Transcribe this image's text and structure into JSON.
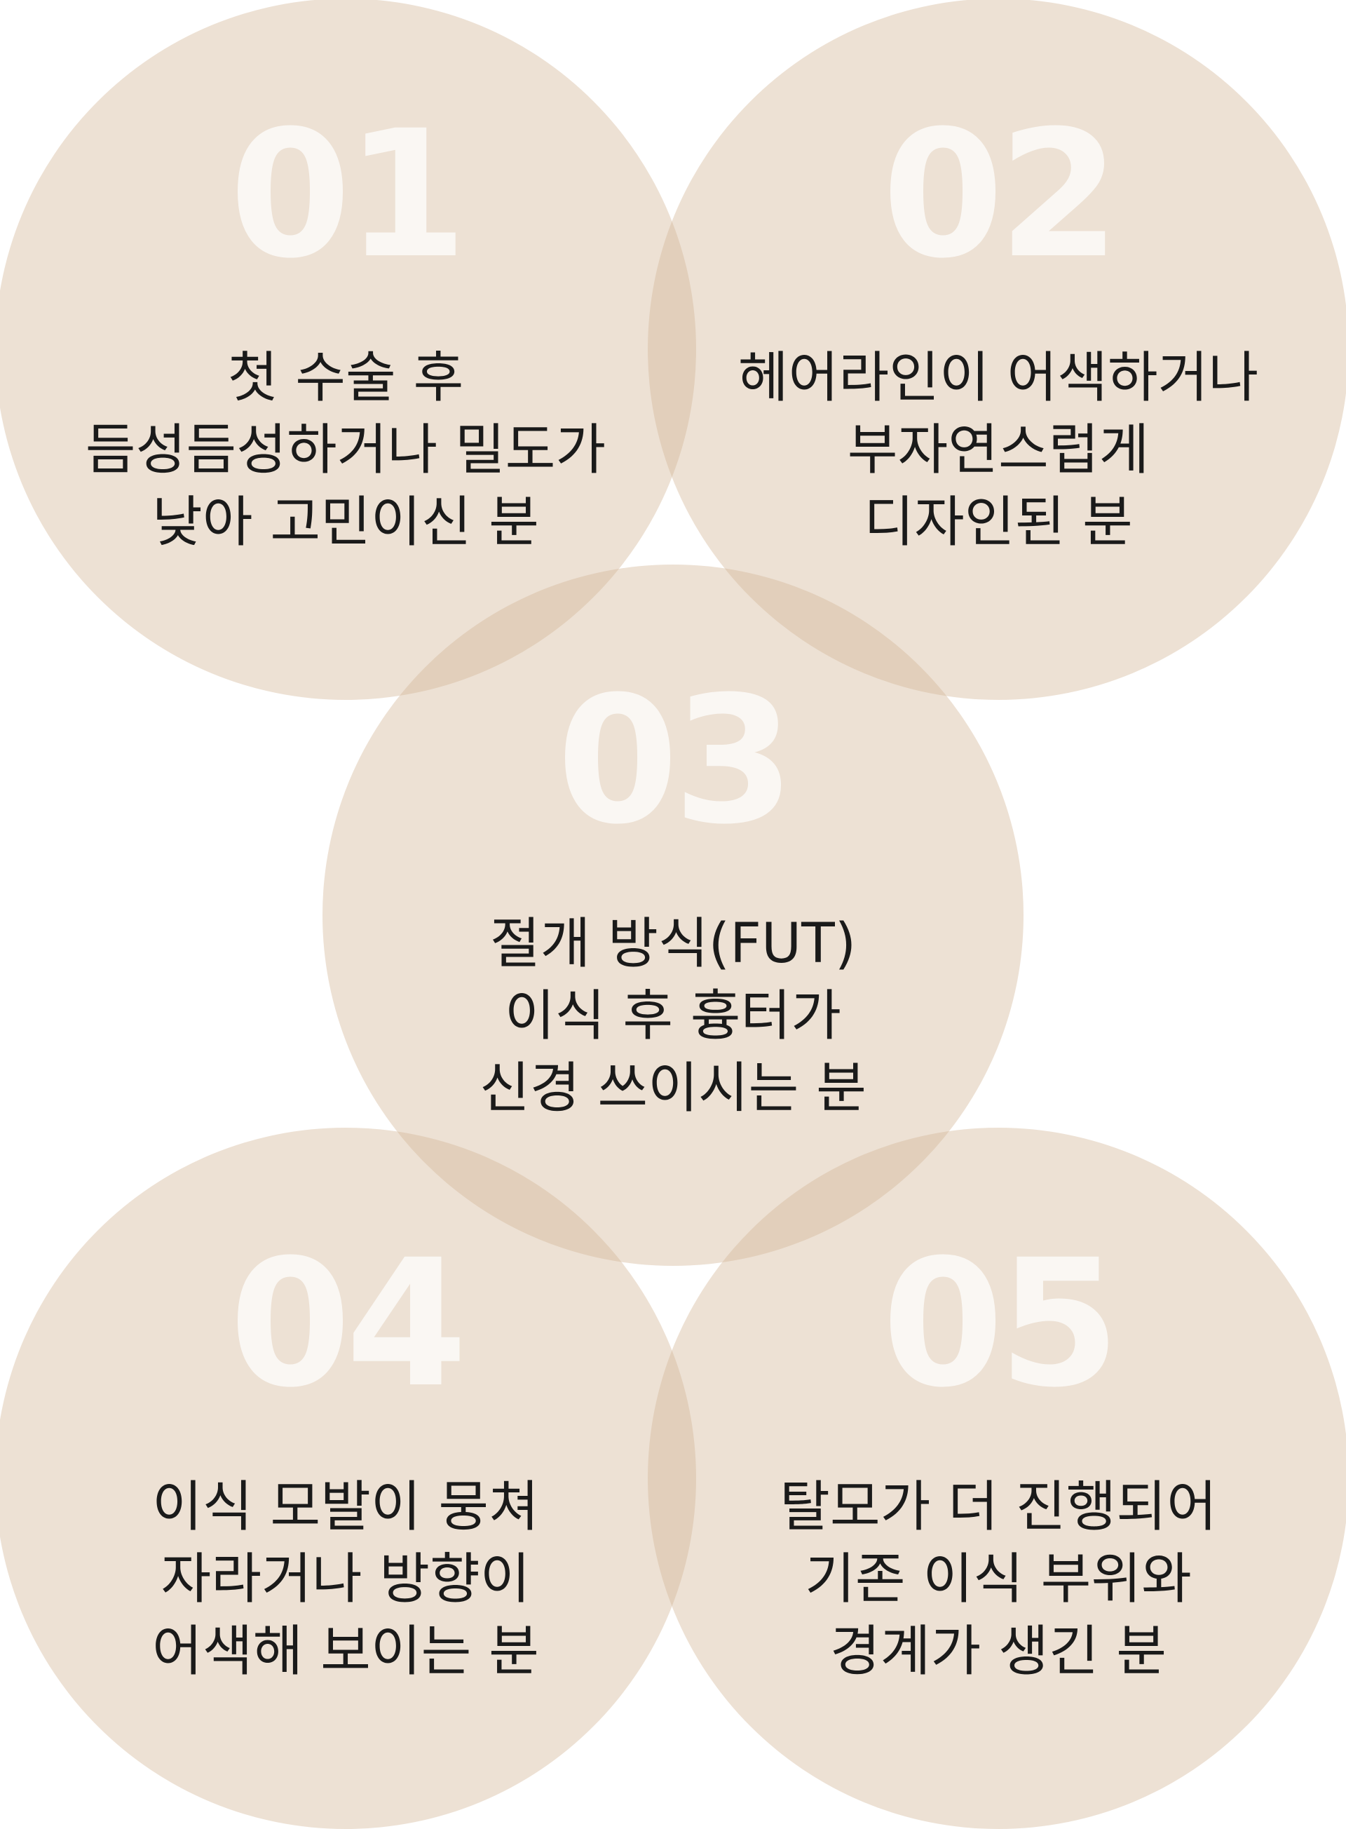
{
  "items": [
    {
      "number": "01",
      "lines": [
        "첫 수술 후",
        "듬성듬성하거나 밀도가",
        "낮아 고민이신 분"
      ]
    },
    {
      "number": "02",
      "lines": [
        "헤어라인이 어색하거나",
        "부자연스럽게",
        "디자인된 분"
      ]
    },
    {
      "number": "03",
      "lines": [
        "절개 방식(FUT)",
        "이식 후 흉터가",
        "신경 쓰이시는 분"
      ]
    },
    {
      "number": "04",
      "lines": [
        "이식 모발이 뭉쳐",
        "자라거나 방향이",
        "어색해 보이는 분"
      ]
    },
    {
      "number": "05",
      "lines": [
        "탈모가 더 진행되어",
        "기존 이식 부위와",
        "경계가 생긴 분"
      ]
    }
  ],
  "colors": {
    "circle_fill": "#D5B798",
    "number_color": "#FFFFFF",
    "text_color": "#1A1A1A"
  }
}
